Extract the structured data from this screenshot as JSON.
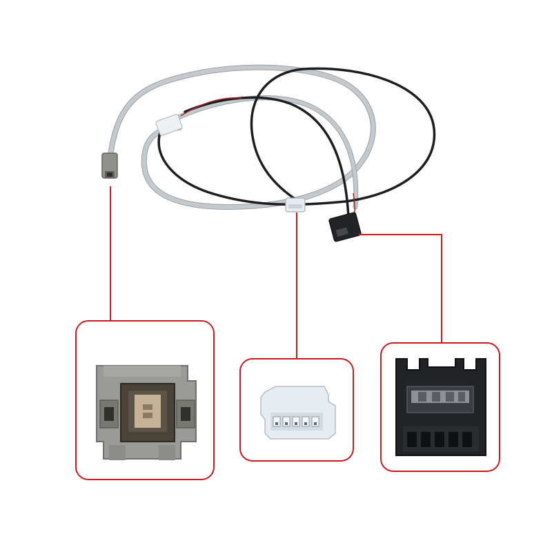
{
  "image": {
    "subject": "cable-harness-with-connectors",
    "background_color": "#ffffff"
  },
  "colors": {
    "callout_red": "#c8191c",
    "gray_cable": "#c4c9cd",
    "gray_cable_edge": "#9aa1a6",
    "black_cable": "#1c1d20",
    "gray_connector": "#8f918d",
    "white_connector": "#e6ecf2",
    "black_connector": "#222327",
    "pin_brass": "#c6b296"
  },
  "callouts": [
    {
      "id": "gray-usb-connector",
      "icon": "gray-plug-icon"
    },
    {
      "id": "white-5pin-connector",
      "icon": "white-plug-icon"
    },
    {
      "id": "black-usb-connector",
      "icon": "black-plug-icon"
    }
  ]
}
